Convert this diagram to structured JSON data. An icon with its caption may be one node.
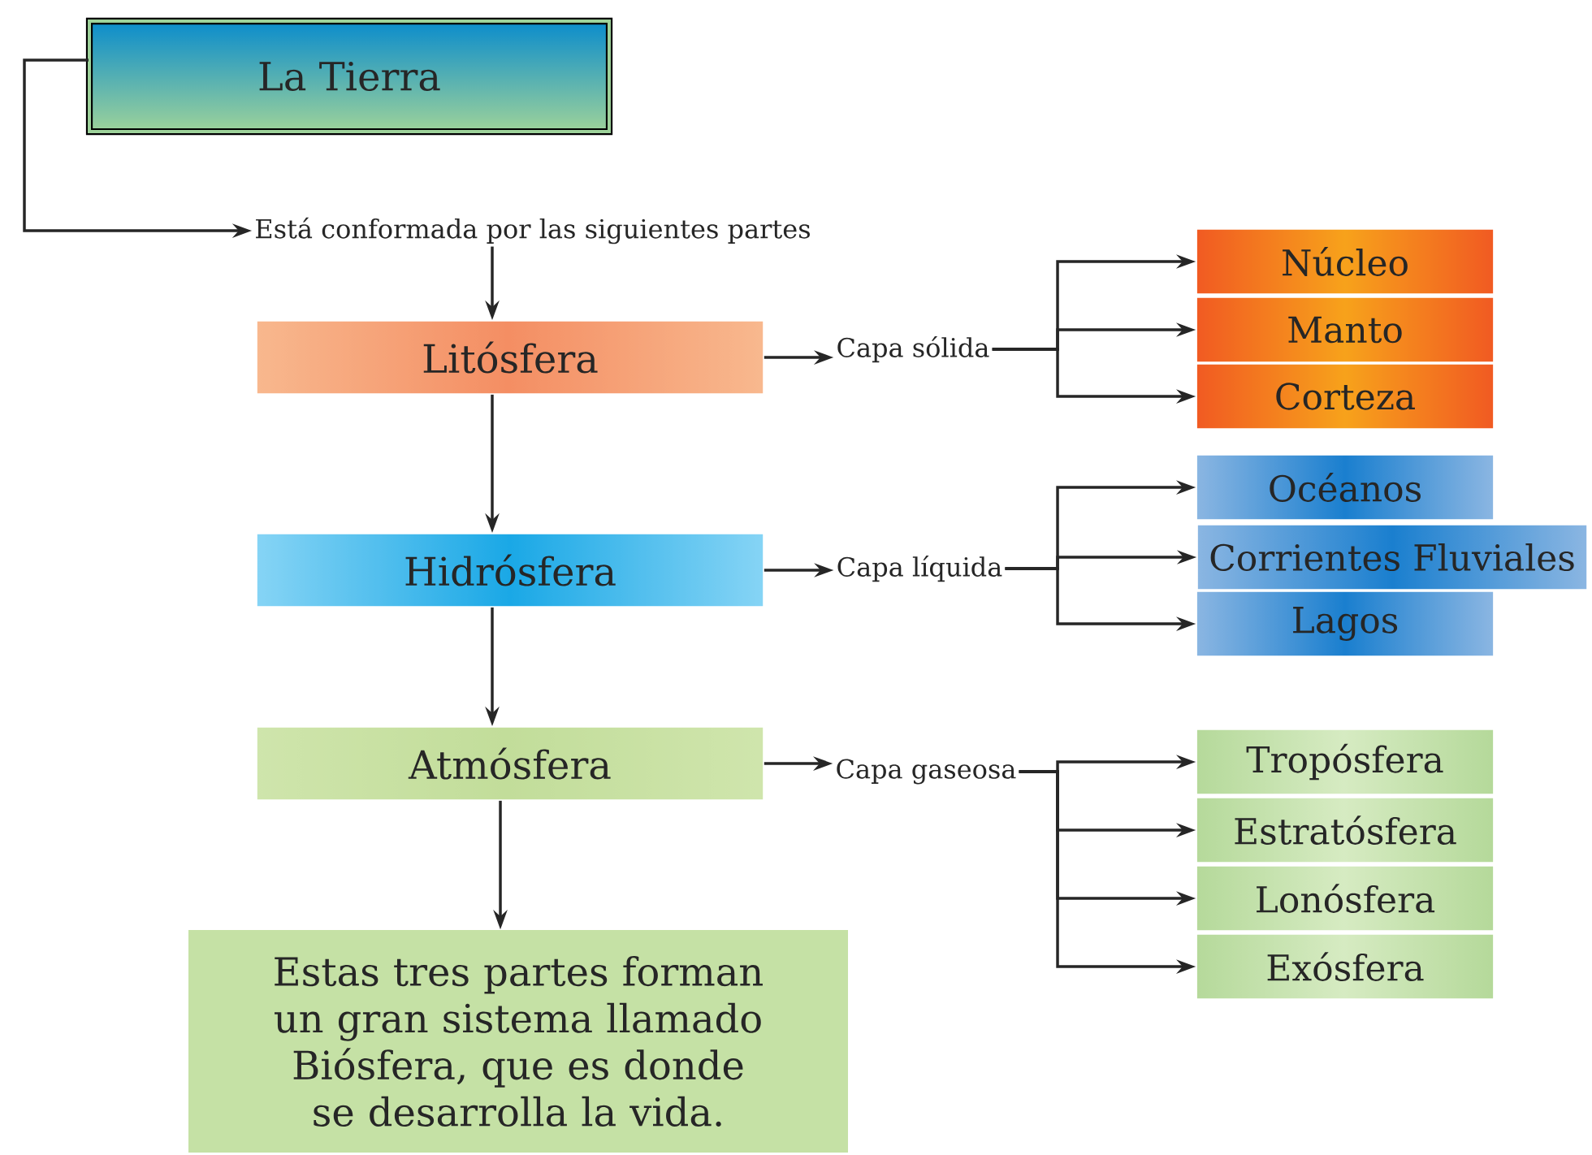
{
  "diagram": {
    "nodes": [
      {
        "text": [
          "La Tierra"
        ]
      },
      {
        "text": [
          "Está conformada por las siguientes partes"
        ]
      },
      {
        "text": [
          "Litósfera"
        ]
      },
      {
        "text": [
          "Capa sólida"
        ]
      },
      {
        "text": [
          "Núcleo"
        ]
      },
      {
        "text": [
          "Manto"
        ]
      },
      {
        "text": [
          "Corteza"
        ]
      },
      {
        "text": [
          "Hidrósfera"
        ]
      },
      {
        "text": [
          "Capa líquida"
        ]
      },
      {
        "text": [
          "Océanos"
        ]
      },
      {
        "text": [
          "Corrientes Fluviales"
        ]
      },
      {
        "text": [
          "Lagos"
        ]
      },
      {
        "text": [
          "Atmósfera"
        ]
      },
      {
        "text": [
          "Capa gaseosa"
        ]
      },
      {
        "text": [
          "Tropósfera"
        ]
      },
      {
        "text": [
          "Estratósfera"
        ]
      },
      {
        "text": [
          "Lonósfera"
        ]
      },
      {
        "text": [
          "Exósfera"
        ]
      },
      {
        "text": [
          "Estas tres partes forman un gran sistema llamado Biósfera, que es donde se desarrolla la vida."
        ]
      }
    ],
    "edges": [
      {
        "from": 0,
        "to": 1,
        "arrow": "to"
      },
      {
        "from": 1,
        "to": 2,
        "arrow": "to"
      },
      {
        "from": 2,
        "to": 3,
        "arrow": "to"
      },
      {
        "from": 3,
        "to": 4,
        "arrow": "to"
      },
      {
        "from": 3,
        "to": 5,
        "arrow": "to"
      },
      {
        "from": 3,
        "to": 6,
        "arrow": "to"
      },
      {
        "from": 2,
        "to": 7,
        "arrow": "to"
      },
      {
        "from": 7,
        "to": 8,
        "arrow": "to"
      },
      {
        "from": 8,
        "to": 9,
        "arrow": "to"
      },
      {
        "from": 8,
        "to": 10,
        "arrow": "to"
      },
      {
        "from": 8,
        "to": 11,
        "arrow": "to"
      },
      {
        "from": 7,
        "to": 12,
        "arrow": "to"
      },
      {
        "from": 12,
        "to": 13,
        "arrow": "to"
      },
      {
        "from": 13,
        "to": 14,
        "arrow": "to"
      },
      {
        "from": 13,
        "to": 15,
        "arrow": "to"
      },
      {
        "from": 13,
        "to": 16,
        "arrow": "to"
      },
      {
        "from": 13,
        "to": 17,
        "arrow": "to"
      },
      {
        "from": 12,
        "to": 18,
        "arrow": "to"
      }
    ]
  }
}
